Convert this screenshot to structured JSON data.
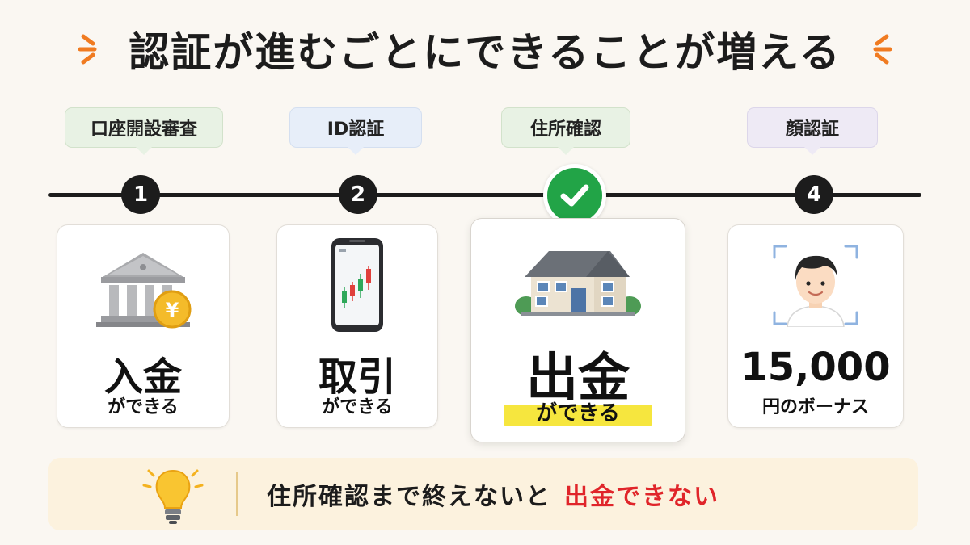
{
  "title": "認証が進むごとにできることが増える",
  "stages": [
    {
      "number": "1",
      "tag": "口座開設審査",
      "headline": "入金",
      "subline": "ができる",
      "icon": "bank-yen-icon"
    },
    {
      "number": "2",
      "tag": "ID認証",
      "headline": "取引",
      "subline": "ができる",
      "icon": "smartphone-chart-icon"
    },
    {
      "number": "",
      "tag": "住所確認",
      "headline": "出金",
      "subline": "ができる",
      "icon": "house-icon",
      "status": "completed"
    },
    {
      "number": "4",
      "tag": "顔認証",
      "headline": "15,000",
      "subline": "円のボーナス",
      "icon": "face-scan-icon"
    }
  ],
  "tip": {
    "text": "住所確認まで終えないと",
    "emphasis": "出金できない",
    "icon": "lightbulb-icon"
  },
  "colors": {
    "accent_orange": "#f07b21",
    "check_green": "#22a447",
    "emphasis_red": "#e0252a",
    "highlight_yellow": "#f6e63e"
  }
}
